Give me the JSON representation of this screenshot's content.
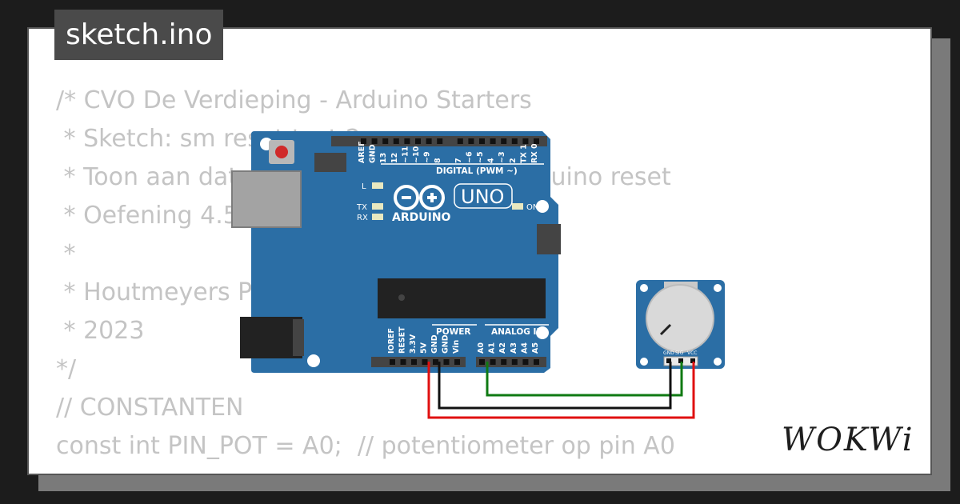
{
  "file_tab": {
    "title": "sketch.ino"
  },
  "code_lines": [
    "/* CVO De Verdieping - Arduino Starters",
    " * Sketch: sm reset test 2",
    " * Toon aan dat de seriële monitor de Arduino reset",
    " * Oefening 4.5",
    " *",
    " * Houtmeyers Patrick",
    " * 2023",
    "*/",
    "// CONSTANTEN",
    "const int PIN_POT = A0;  // potentiometer op pin A0"
  ],
  "board": {
    "brand": "ARDUINO",
    "model": "UNO",
    "digital_header_label": "DIGITAL (PWM ~)",
    "digital_pins": [
      "AREF",
      "GND",
      "13",
      "12",
      "~11",
      "~10",
      "~9",
      "8",
      "7",
      "~6",
      "~5",
      "4",
      "~3",
      "2",
      "TX 1",
      "RX 0"
    ],
    "power_label": "POWER",
    "power_pins": [
      "IOREF",
      "RESET",
      "3.3V",
      "5V",
      "GND",
      "GND",
      "Vin"
    ],
    "analog_label": "ANALOG IN",
    "analog_pins": [
      "A0",
      "A1",
      "A2",
      "A3",
      "A4",
      "A5"
    ],
    "led_labels": {
      "l": "L",
      "tx": "TX",
      "rx": "RX",
      "on": "ON"
    },
    "color": "#2b6ea5"
  },
  "potentiometer": {
    "pins": [
      "GND",
      "SIG",
      "VCC"
    ],
    "color": "#2b6ea5"
  },
  "wires": {
    "signal_color": "#0f7a12",
    "ground_color": "#111111",
    "power_color": "#e01010"
  },
  "logo": {
    "text": "WOKWi"
  }
}
